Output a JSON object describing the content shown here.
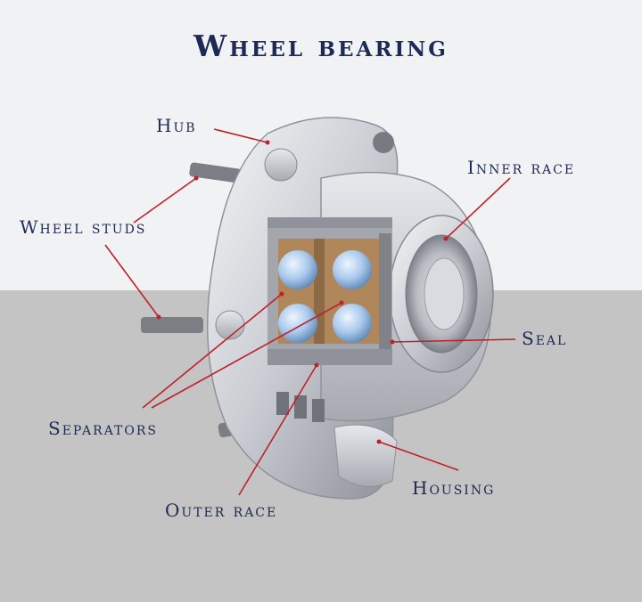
{
  "title": "Wheel bearing",
  "labels": {
    "hub": "Hub",
    "wheel_studs": "Wheel studs",
    "inner_race": "Inner race",
    "seal": "Seal",
    "separators": "Separators",
    "outer_race": "Outer race",
    "housing": "Housing"
  },
  "colors": {
    "title_text": "#1c2a55",
    "label_text": "#1c2a55",
    "leader_line": "#c0202a",
    "background_top": "#f1f2f4",
    "background_floor": "#c4c4c4"
  }
}
